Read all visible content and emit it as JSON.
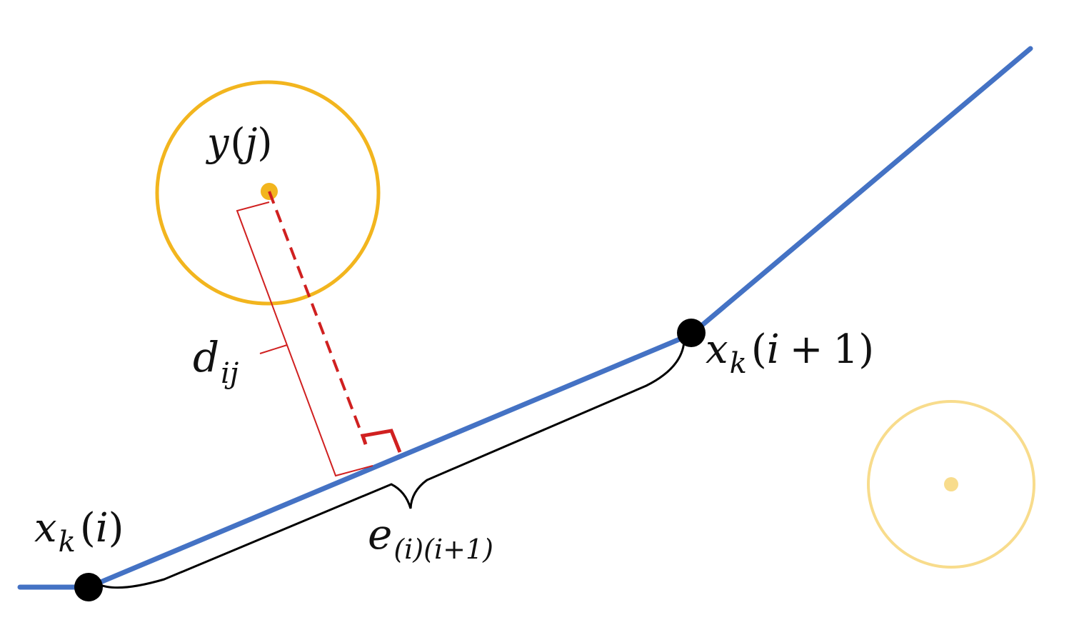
{
  "labels": {
    "y_j": {
      "base": "y",
      "paren_open": "(",
      "arg": "j",
      "paren_close": ")"
    },
    "d_ij": {
      "base": "d",
      "sub": "ij"
    },
    "x_k_i": {
      "base": "x",
      "sub": "k",
      "paren_open": "(",
      "arg": "i",
      "paren_close": ")"
    },
    "x_k_i1": {
      "base": "x",
      "sub": "k",
      "paren_open": "(",
      "arg": "i",
      "op": "+",
      "num": "1",
      "paren_close": ")"
    },
    "e_edge": {
      "base": "e",
      "sub": "(i)(i+1)"
    }
  },
  "colors": {
    "path": "#4472C4",
    "circle": "#F2B51E",
    "circle_faded": "#F8DC8C",
    "measure": "#D02020",
    "node": "#000000",
    "brace": "#000000"
  }
}
